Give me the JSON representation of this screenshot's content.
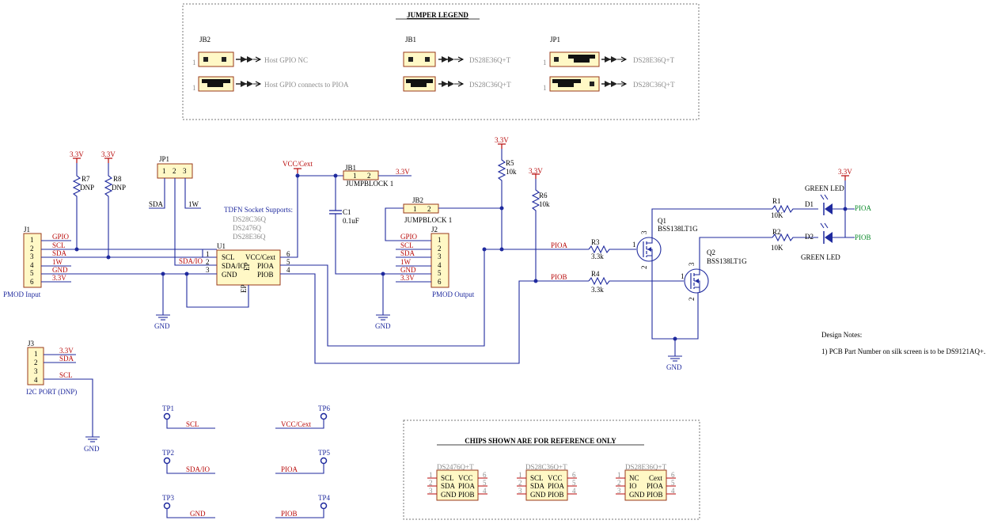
{
  "legend": {
    "title": "JUMPER LEGEND",
    "jb2_name": "JB2",
    "jb1_name": "JB1",
    "jp1_name": "JP1",
    "pin1": "1",
    "jb2_row1": "Host GPIO NC",
    "jb2_row2": "Host GPIO connects to PIOA",
    "jb1_row1": "DS28E36Q+T",
    "jb1_row2": "DS28C36Q+T",
    "jp1_row1": "DS28E36Q+T",
    "jp1_row2": "DS28C36Q+T"
  },
  "nets": {
    "v33": "3.3V",
    "gnd": "GND",
    "vcc_cext": "VCC/Cext",
    "gpio": "GPIO",
    "scl": "SCL",
    "sda": "SDA",
    "w1": "1W",
    "sda_io": "SDA/IO",
    "pioa": "PIOA",
    "piob": "PIOB"
  },
  "parts": {
    "j1": {
      "ref": "J1",
      "label": "PMOD Input",
      "pins": [
        "1",
        "2",
        "3",
        "4",
        "5",
        "6"
      ]
    },
    "j2": {
      "ref": "J2",
      "label": "PMOD Output",
      "pins": [
        "1",
        "2",
        "3",
        "4",
        "5",
        "6"
      ]
    },
    "j3": {
      "ref": "J3",
      "label": "I2C PORT (DNP)",
      "pins": [
        "1",
        "2",
        "3",
        "4"
      ]
    },
    "r7": {
      "ref": "R7",
      "value": "DNP"
    },
    "r8": {
      "ref": "R8",
      "value": "DNP"
    },
    "r5": {
      "ref": "R5",
      "value": "10k"
    },
    "r6": {
      "ref": "R6",
      "value": "10k"
    },
    "r3": {
      "ref": "R3",
      "value": "3.3k"
    },
    "r4": {
      "ref": "R4",
      "value": "3.3k"
    },
    "r1": {
      "ref": "R1",
      "value": "10K"
    },
    "r2": {
      "ref": "R2",
      "value": "10K"
    },
    "c1": {
      "ref": "C1",
      "value": "0.1uF"
    },
    "jp1": {
      "ref": "JP1",
      "pins": [
        "1",
        "2",
        "3"
      ]
    },
    "jb1": {
      "ref": "JB1",
      "value": "JUMPBLOCK 1",
      "pins": [
        "1",
        "2"
      ]
    },
    "jb2": {
      "ref": "JB2",
      "value": "JUMPBLOCK 1",
      "pins": [
        "1",
        "2"
      ]
    },
    "u1": {
      "ref": "U1",
      "scl": "SCL",
      "sda_io": "SDA/IO",
      "gnd": "GND",
      "vcc": "VCC/Cext",
      "pioa": "PIOA",
      "piob": "PIOB",
      "ep": "EP",
      "pin1": "1",
      "pin2": "2",
      "pin3": "3",
      "pin4": "4",
      "pin5": "5",
      "pin6": "6"
    },
    "q1": {
      "ref": "Q1",
      "value": "BSS138LT1G"
    },
    "q2": {
      "ref": "Q2",
      "value": "BSS138LT1G"
    },
    "d1": {
      "ref": "D1",
      "value": "GREEN LED"
    },
    "d2": {
      "ref": "D2",
      "value": "GREEN LED"
    },
    "fet_pins": {
      "g": "1",
      "s": "2",
      "d": "3"
    }
  },
  "tdfn": {
    "title": "TDFN Socket Supports:",
    "items": [
      "DS28C36Q",
      "DS2476Q",
      "DS28E36Q"
    ]
  },
  "testpoints": [
    {
      "ref": "TP1",
      "net": "SCL"
    },
    {
      "ref": "TP2",
      "net": "SDA/IO"
    },
    {
      "ref": "TP3",
      "net": "GND"
    },
    {
      "ref": "TP6",
      "net": "VCC/Cext"
    },
    {
      "ref": "TP5",
      "net": "PIOA"
    },
    {
      "ref": "TP4",
      "net": "PIOB"
    }
  ],
  "notes": {
    "title": "Design Notes:",
    "line1": "1) PCB Part Number on silk screen is to be DS9121AQ+."
  },
  "chips": {
    "title": "CHIPS SHOWN ARE FOR REFERENCE ONLY",
    "c1": {
      "name": "DS2476Q+T",
      "l1": "SCL",
      "r1": "VCC",
      "l2": "SDA",
      "r2": "PIOA",
      "l3": "GND",
      "r3": "PIOB"
    },
    "c2": {
      "name": "DS28C36Q+T",
      "l1": "SCL",
      "r1": "VCC",
      "l2": "SDA",
      "r2": "PIOA",
      "l3": "GND",
      "r3": "PIOB"
    },
    "c3": {
      "name": "DS28E36Q+T",
      "l1": "NC",
      "r1": "Cext",
      "l2": "IO",
      "r2": "PIOA",
      "l3": "GND",
      "r3": "PIOB"
    },
    "pins": [
      "1",
      "2",
      "3",
      "4",
      "5",
      "6"
    ]
  }
}
